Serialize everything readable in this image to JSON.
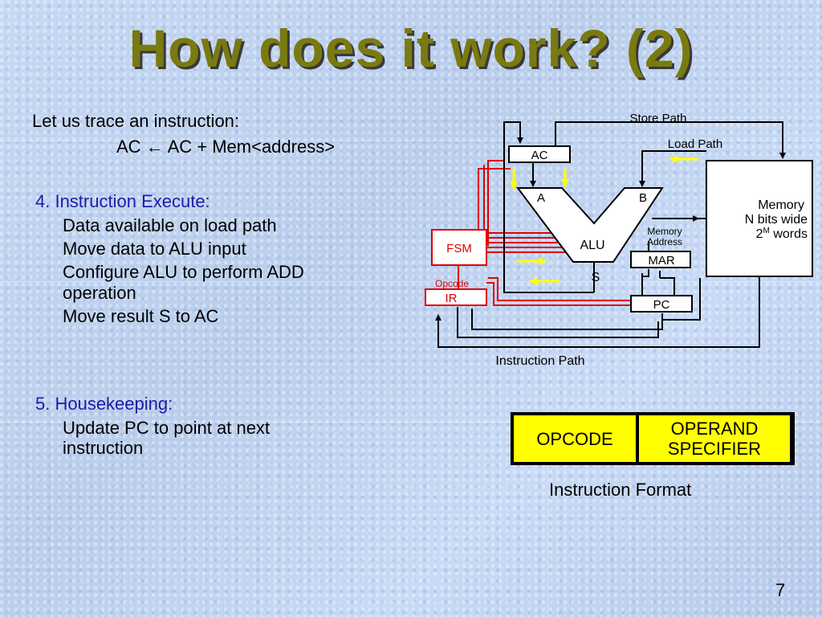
{
  "slide": {
    "title": "How does it work? (2)",
    "intro": "Let us trace an instruction:",
    "expression": "AC ← AC + Mem<address>",
    "step4": {
      "heading": "4.  Instruction Execute:",
      "lines": [
        "Data available on load path",
        "Move data to ALU input",
        "Configure ALU to perform ADD",
        "operation",
        "Move result S to AC"
      ]
    },
    "step5": {
      "heading": "5.  Housekeeping:",
      "lines": [
        "Update PC to point at next",
        "instruction"
      ]
    },
    "page_number": "7"
  },
  "diagram": {
    "store_path": "Store Path",
    "load_path": "Load Path",
    "ac": "AC",
    "alu_a": "A",
    "alu_b": "B",
    "alu": "ALU",
    "alu_s": "S",
    "fsm": "FSM",
    "opcode": "Opcode",
    "ir": "IR",
    "memory_address_1": "Memory",
    "memory_address_2": "Address",
    "mar": "MAR",
    "pc": "PC",
    "memory_1": "Memory",
    "memory_2": "N bits wide",
    "memory_3_base": "2",
    "memory_3_sup": "M",
    "memory_3_rest": " words",
    "instruction_path": "Instruction Path",
    "colors": {
      "control": "#e00000",
      "arrow_highlight": "#ffff00",
      "wire": "#000000",
      "box_fill": "#ffffff"
    }
  },
  "instruction_format": {
    "opcode": "OPCODE",
    "operand_line1": "OPERAND",
    "operand_line2": "SPECIFIER",
    "caption": "Instruction Format"
  }
}
